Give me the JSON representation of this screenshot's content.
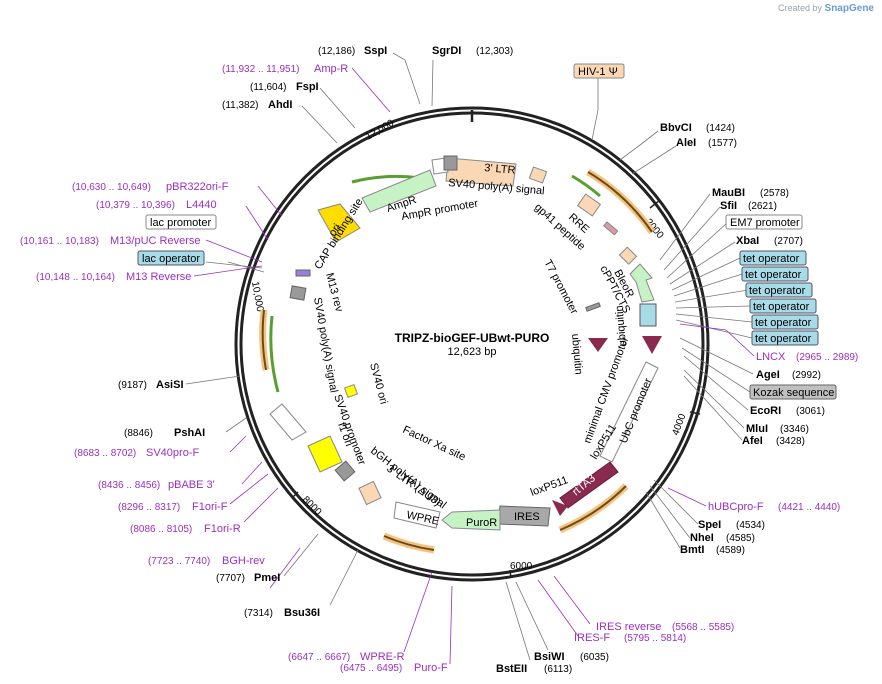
{
  "credit": {
    "prefix": "Created by",
    "brand": "SnapGene"
  },
  "plasmid": {
    "name": "TRIPZ-bioGEF-UBwt-PURO",
    "size": "12,623 bp"
  },
  "ticks": [
    "2000",
    "4000",
    "6000",
    "8000",
    "10,000",
    "12,000"
  ],
  "enzymes": [
    {
      "name": "SspI",
      "pos": "(12,186)"
    },
    {
      "name": "SgrDI",
      "pos": "(12,303)"
    },
    {
      "name": "FspI",
      "pos": "(11,604)"
    },
    {
      "name": "AhdI",
      "pos": "(11,382)"
    },
    {
      "name": "BbvCI",
      "pos": "(1424)"
    },
    {
      "name": "AleI",
      "pos": "(1577)"
    },
    {
      "name": "MauBI",
      "pos": "(2578)"
    },
    {
      "name": "SfiI",
      "pos": "(2621)"
    },
    {
      "name": "XbaI",
      "pos": "(2707)"
    },
    {
      "name": "AgeI",
      "pos": "(2992)"
    },
    {
      "name": "EcoRI",
      "pos": "(3061)"
    },
    {
      "name": "MluI",
      "pos": "(3346)"
    },
    {
      "name": "AfeI",
      "pos": "(3428)"
    },
    {
      "name": "SpeI",
      "pos": "(4534)"
    },
    {
      "name": "NheI",
      "pos": "(4585)"
    },
    {
      "name": "BmtI",
      "pos": "(4589)"
    },
    {
      "name": "BsiWI",
      "pos": "(6035)"
    },
    {
      "name": "BstEII",
      "pos": "(6113)"
    },
    {
      "name": "Bsu36I",
      "pos": "(7314)"
    },
    {
      "name": "PmeI",
      "pos": "(7707)"
    },
    {
      "name": "PshAI",
      "pos": "(8846)"
    },
    {
      "name": "AsiSI",
      "pos": "(9187)"
    }
  ],
  "primers": [
    {
      "name": "Amp-R",
      "pos": "(11,932 .. 11,951)"
    },
    {
      "name": "pBR322ori-F",
      "pos": "(10,630 .. 10,649)"
    },
    {
      "name": "L4440",
      "pos": "(10,379 .. 10,396)"
    },
    {
      "name": "M13/pUC Reverse",
      "pos": "(10,161 .. 10,183)"
    },
    {
      "name": "M13 Reverse",
      "pos": "(10,148 .. 10,164)"
    },
    {
      "name": "LNCX",
      "pos": "(2965 .. 2989)"
    },
    {
      "name": "hUBCpro-F",
      "pos": "(4421 .. 4440)"
    },
    {
      "name": "IRES reverse",
      "pos": "(5568 .. 5585)"
    },
    {
      "name": "IRES-F",
      "pos": "(5795 .. 5814)"
    },
    {
      "name": "WPRE-R",
      "pos": "(6647 .. 6667)"
    },
    {
      "name": "Puro-F",
      "pos": "(6475 .. 6495)"
    },
    {
      "name": "BGH-rev",
      "pos": "(7723 .. 7740)"
    },
    {
      "name": "F1ori-R",
      "pos": "(8086 .. 8105)"
    },
    {
      "name": "F1ori-F",
      "pos": "(8296 .. 8317)"
    },
    {
      "name": "pBABE 3'",
      "pos": "(8436 .. 8456)"
    },
    {
      "name": "SV40pro-F",
      "pos": "(8683 .. 8702)"
    }
  ],
  "boxed_features": {
    "hiv": "HIV-1 Ψ",
    "lac_promoter": "lac promoter",
    "lac_operator": "lac operator",
    "em7": "EM7 promoter",
    "tet_operator": "tet operator",
    "kozak": "Kozak sequence"
  },
  "inner_features": {
    "ltr3": "3' LTR",
    "rre": "RRE",
    "gp41": "gp41 peptide",
    "sv40_pa_top": "SV40 poly(A) signal",
    "ampr": "AmpR",
    "ampr_promoter": "AmpR promoter",
    "ori": "ori",
    "cap": "CAP binding site",
    "m13rev": "M13 rev",
    "sv40_pa_left": "SV40 poly(A) signal",
    "t7": "T7 promoter",
    "bleor": "BleoR",
    "cppt": "cPPT/CTS",
    "ubiq1": "ubiquitin",
    "ubiq2": "ubiquitin",
    "mincmv": "minimal CMV promoter",
    "ubc": "UbC promoter",
    "loxp1": "loxP511",
    "loxp2": "loxP511",
    "rtta3": "rtTA3",
    "ires": "IRES",
    "puror": "PuroR",
    "wpre": "WPRE",
    "ltr_du3": "3' LTR (ΔU3)",
    "bgh": "bGH poly(A) signal",
    "factor_xa": "Factor Xa site",
    "f1": "f1 ori",
    "sv40_prom": "SV40 promoter",
    "sv40_ori": "SV40 ori"
  }
}
